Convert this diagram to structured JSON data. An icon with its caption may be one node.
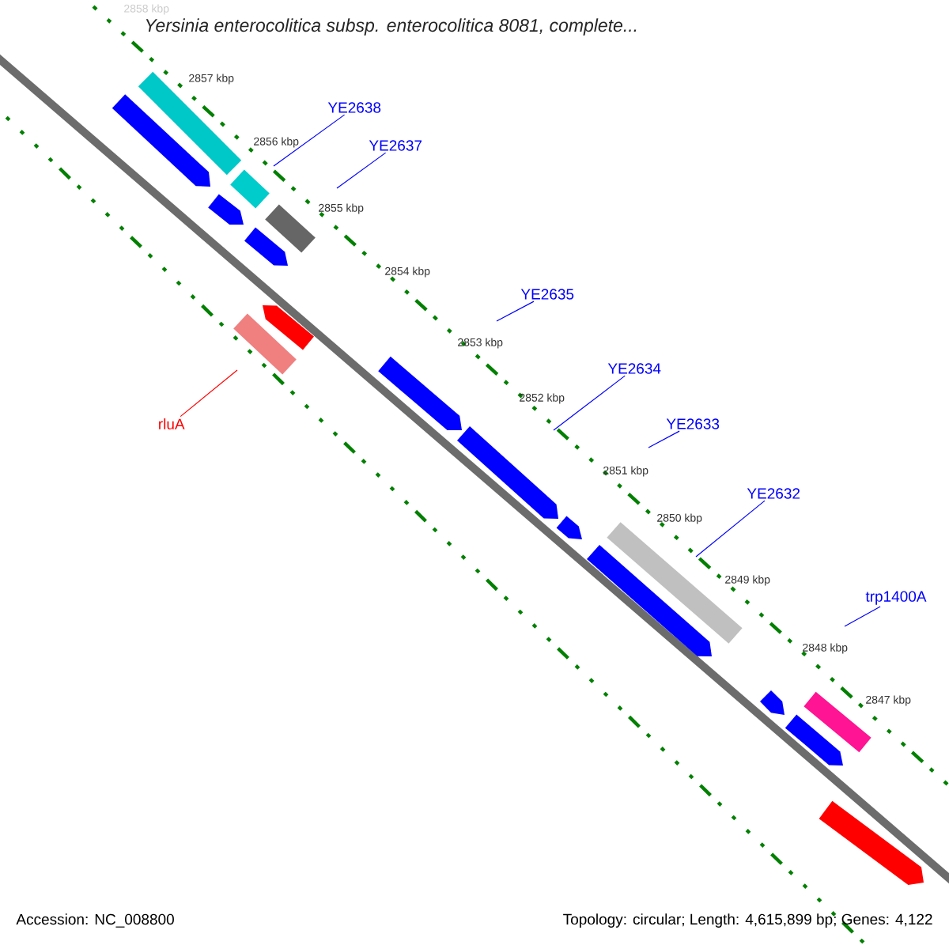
{
  "diagram": {
    "title": "Yersinia enterocolitica subsp. enterocolitica 8081, complete...",
    "nodes": [
      {
        "text": [
          "YE2638"
        ]
      },
      {
        "text": [
          "YE2637"
        ]
      },
      {
        "text": [
          "YE2635"
        ]
      },
      {
        "text": [
          "YE2634"
        ]
      },
      {
        "text": [
          "YE2633"
        ]
      },
      {
        "text": [
          "YE2632"
        ]
      },
      {
        "text": [
          "trp1400A"
        ]
      },
      {
        "text": [
          "rluA"
        ]
      }
    ],
    "edges": [
      {
        "from": 0,
        "to": null,
        "arrow": "none"
      },
      {
        "from": 1,
        "to": null,
        "arrow": "none"
      },
      {
        "from": 2,
        "to": null,
        "arrow": "none"
      },
      {
        "from": 3,
        "to": null,
        "arrow": "none"
      },
      {
        "from": 4,
        "to": null,
        "arrow": "none"
      },
      {
        "from": 5,
        "to": null,
        "arrow": "none"
      },
      {
        "from": 6,
        "to": null,
        "arrow": "none"
      },
      {
        "from": 7,
        "to": null,
        "arrow": "none",
        "color": "#ff0000"
      }
    ],
    "labels": [
      "2858 kbp",
      "2857 kbp",
      "2856 kbp",
      "2855 kbp",
      "2854 kbp",
      "2853 kbp",
      "2852 kbp",
      "2851 kbp",
      "2850 kbp",
      "2849 kbp",
      "2848 kbp",
      "2847 kbp",
      "Accession: NC_008800",
      "Topology: circular; Length: 4,615,899 bp; Genes: 4,122"
    ]
  }
}
